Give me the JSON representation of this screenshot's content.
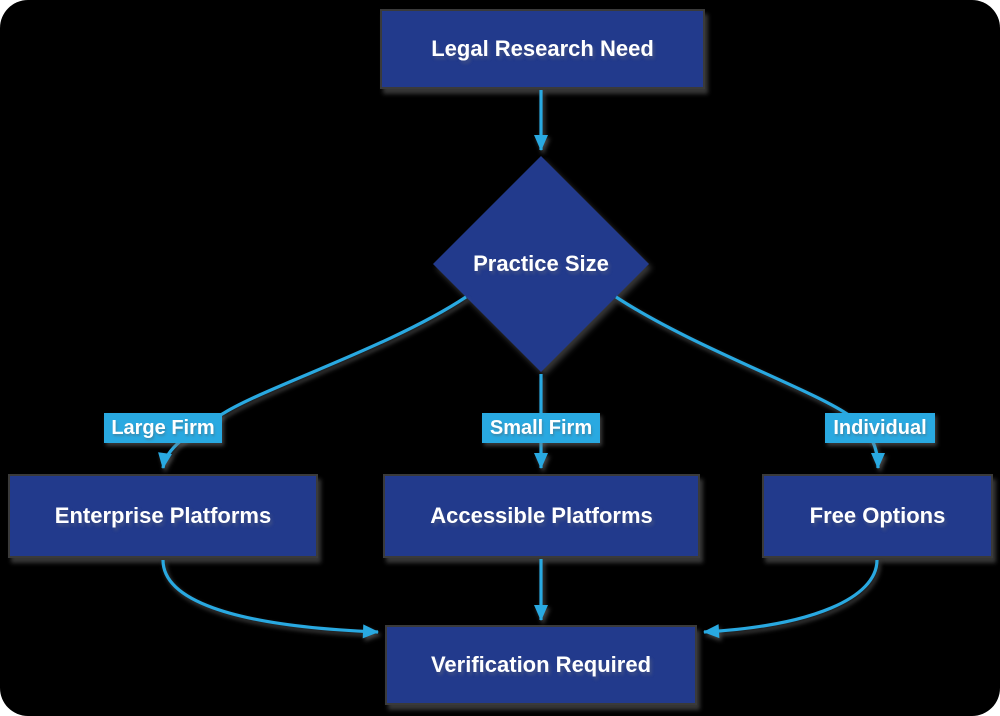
{
  "theme": {
    "background": "#000000",
    "node_fill": "#223A8C",
    "node_border": "#3A3A3A",
    "edge_color": "#29A9E1",
    "edge_label_fill": "#29A9E1",
    "text_color": "#FFFFFF"
  },
  "nodes": {
    "start": {
      "label": "Legal Research Need"
    },
    "decision": {
      "label": "Practice Size"
    },
    "enterprise": {
      "label": "Enterprise Platforms"
    },
    "accessible": {
      "label": "Accessible Platforms"
    },
    "free": {
      "label": "Free Options"
    },
    "verification": {
      "label": "Verification Required"
    }
  },
  "edge_labels": {
    "large_firm": "Large Firm",
    "small_firm": "Small Firm",
    "individual": "Individual"
  }
}
